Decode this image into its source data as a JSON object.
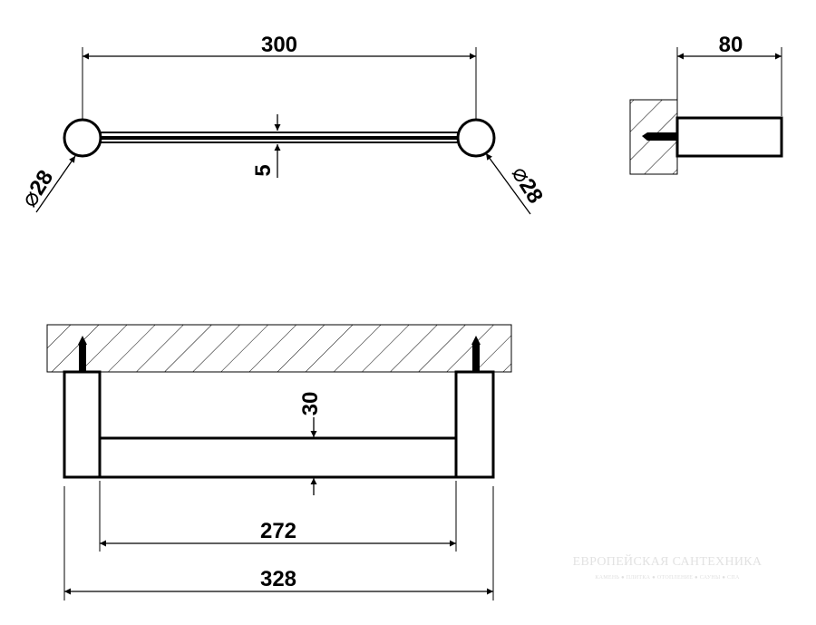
{
  "dimensions": {
    "top_length": "300",
    "tube_thickness": "5",
    "left_post_diameter": "28",
    "right_post_diameter": "28",
    "projection": "80",
    "bar_height": "30",
    "inner_width": "272",
    "overall_width": "328"
  },
  "watermark": {
    "brand": "ЕВРОПЕЙСКАЯ САНТЕХНИКА",
    "tagline": "КАМЕНЬ ● ПЛИТКА ● ОТОПЛЕНИЕ ● САУНЫ ● СПА"
  }
}
